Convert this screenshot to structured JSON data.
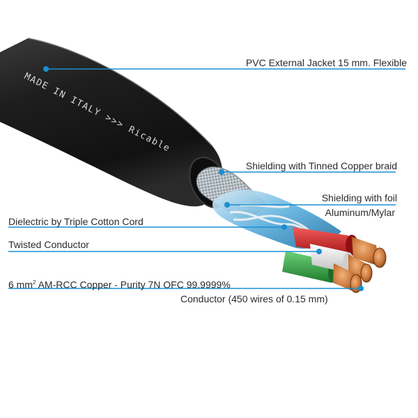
{
  "cable": {
    "jacket_print": "MADE IN ITALY >>> Ricable",
    "accent_color": "#1a8fd0",
    "jacket_color": "#1e1e1e",
    "conductor_colors": [
      "#d42a2a",
      "#3aa24a",
      "#f2f2f2"
    ],
    "copper_color": "#c8773a"
  },
  "callouts": {
    "jacket": "PVC External Jacket 15 mm. Flexible",
    "braid": "Shielding with Tinned Copper braid",
    "foil_line1": "Shielding with foil",
    "foil_line2": "Aluminum/Mylar",
    "dielectric": "Dielectric by Triple Cotton Cord",
    "twisted": "Twisted Conductor",
    "copper_prefix": "6 mm",
    "copper_sup": "2",
    "copper_suffix": " AM-RCC Copper - Purity 7N OFC 99.9999%",
    "conductor": "Conductor (450 wires of 0.15 mm)"
  }
}
